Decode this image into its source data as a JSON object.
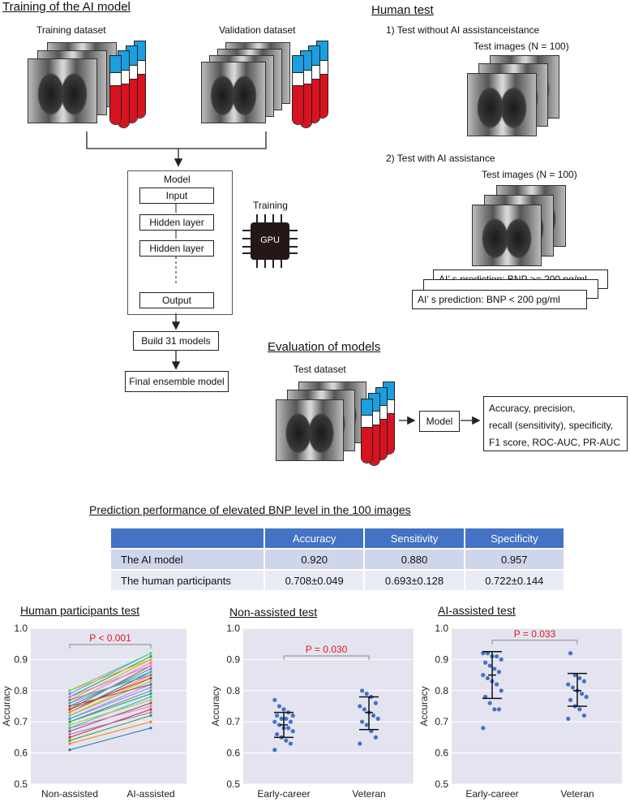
{
  "training": {
    "title": "Training of the AI model",
    "training_dataset": "Training dataset",
    "validation_dataset": "Validation dataset",
    "model_title": "Model",
    "layers": [
      "Input",
      "Hidden layer",
      "Hidden layer",
      "Output"
    ],
    "training_label": "Training",
    "gpu_label": "GPU",
    "build_models": "Build 31 models",
    "final_model": "Final ensemble model"
  },
  "human_test": {
    "title": "Human test",
    "step1": "1) Test without AI assistanceistance",
    "step2": "2) Test with AI assistance",
    "test_images_1": "Test images (N = 100)",
    "test_images_2": "Test images (N = 100)",
    "pred_high": "AI’ s prediction: BNP >= 200 pg/ml",
    "pred_low": "AI’ s prediction: BNP < 200 pg/ml"
  },
  "evaluation": {
    "title": "Evaluation of models",
    "test_dataset": "Test dataset",
    "model": "Model",
    "metrics": [
      "Accuracy, precision,",
      "recall (sensitivity), specificity,",
      "F1 score, ROC-AUC, PR-AUC"
    ]
  },
  "perf_table": {
    "title": "Prediction performance of elevated BNP level in the 100 images",
    "columns": [
      "",
      "Accuracy",
      "Sensitivity",
      "Specificity"
    ],
    "rows": [
      [
        "The AI model",
        "0.920",
        "0.880",
        "0.957"
      ],
      [
        "The human participants",
        "0.708±0.049",
        "0.693±0.128",
        "0.722±0.144"
      ]
    ]
  },
  "chart_data": [
    {
      "type": "line",
      "title": "Human participants test",
      "ylabel": "Accuracy",
      "categories": [
        "Non-assisted",
        "AI-assisted"
      ],
      "ylim": [
        0.5,
        1.0
      ],
      "yticks": [
        "0.5",
        "0.6",
        "0.7",
        "0.8",
        "0.9",
        "1.0"
      ],
      "annotation": "P < 0.001",
      "annotation_color": "#e8141c",
      "pairs": [
        [
          0.61,
          0.68
        ],
        [
          0.63,
          0.7
        ],
        [
          0.64,
          0.72
        ],
        [
          0.65,
          0.74
        ],
        [
          0.66,
          0.73
        ],
        [
          0.67,
          0.76
        ],
        [
          0.68,
          0.75
        ],
        [
          0.68,
          0.78
        ],
        [
          0.69,
          0.77
        ],
        [
          0.7,
          0.8
        ],
        [
          0.7,
          0.79
        ],
        [
          0.71,
          0.82
        ],
        [
          0.71,
          0.81
        ],
        [
          0.72,
          0.84
        ],
        [
          0.72,
          0.83
        ],
        [
          0.73,
          0.86
        ],
        [
          0.73,
          0.85
        ],
        [
          0.74,
          0.88
        ],
        [
          0.74,
          0.84
        ],
        [
          0.75,
          0.87
        ],
        [
          0.75,
          0.82
        ],
        [
          0.76,
          0.89
        ],
        [
          0.76,
          0.86
        ],
        [
          0.77,
          0.9
        ],
        [
          0.77,
          0.85
        ],
        [
          0.78,
          0.91
        ],
        [
          0.78,
          0.88
        ],
        [
          0.79,
          0.92
        ],
        [
          0.8,
          0.9
        ],
        [
          0.8,
          0.92
        ]
      ]
    },
    {
      "type": "scatter",
      "title": "Non-assisted test",
      "ylabel": "Accuracy",
      "categories": [
        "Early-career",
        "Veteran"
      ],
      "ylim": [
        0.5,
        1.0
      ],
      "yticks": [
        "0.5",
        "0.6",
        "0.7",
        "0.8",
        "0.9",
        "1.0"
      ],
      "annotation": "P = 0.030",
      "annotation_color": "#e8141c",
      "point_color": "#4472c4",
      "groups": [
        {
          "name": "Early-career",
          "values": [
            0.61,
            0.63,
            0.64,
            0.65,
            0.66,
            0.67,
            0.68,
            0.68,
            0.69,
            0.7,
            0.7,
            0.71,
            0.71,
            0.72,
            0.72,
            0.73,
            0.74,
            0.75,
            0.77
          ],
          "mean": 0.69,
          "sd_low": 0.65,
          "sd_high": 0.73
        },
        {
          "name": "Veteran",
          "values": [
            0.63,
            0.65,
            0.67,
            0.69,
            0.7,
            0.71,
            0.72,
            0.73,
            0.74,
            0.75,
            0.76,
            0.78,
            0.79,
            0.8
          ],
          "mean": 0.73,
          "sd_low": 0.675,
          "sd_high": 0.78
        }
      ]
    },
    {
      "type": "scatter",
      "title": "AI-assisted test",
      "ylabel": "Accuracy",
      "categories": [
        "Early-career",
        "Veteran"
      ],
      "ylim": [
        0.5,
        1.0
      ],
      "yticks": [
        "0.5",
        "0.6",
        "0.7",
        "0.8",
        "0.9",
        "1.0"
      ],
      "annotation": "P = 0.033",
      "annotation_color": "#e8141c",
      "point_color": "#4472c4",
      "groups": [
        {
          "name": "Early-career",
          "values": [
            0.68,
            0.74,
            0.74,
            0.76,
            0.78,
            0.8,
            0.82,
            0.83,
            0.84,
            0.85,
            0.86,
            0.87,
            0.88,
            0.89,
            0.9,
            0.91,
            0.91,
            0.92,
            0.92
          ],
          "mean": 0.85,
          "sd_low": 0.775,
          "sd_high": 0.925
        },
        {
          "name": "Veteran",
          "values": [
            0.71,
            0.72,
            0.74,
            0.75,
            0.77,
            0.78,
            0.79,
            0.8,
            0.81,
            0.82,
            0.83,
            0.84,
            0.85,
            0.92
          ],
          "mean": 0.8,
          "sd_low": 0.75,
          "sd_high": 0.855
        }
      ]
    }
  ]
}
